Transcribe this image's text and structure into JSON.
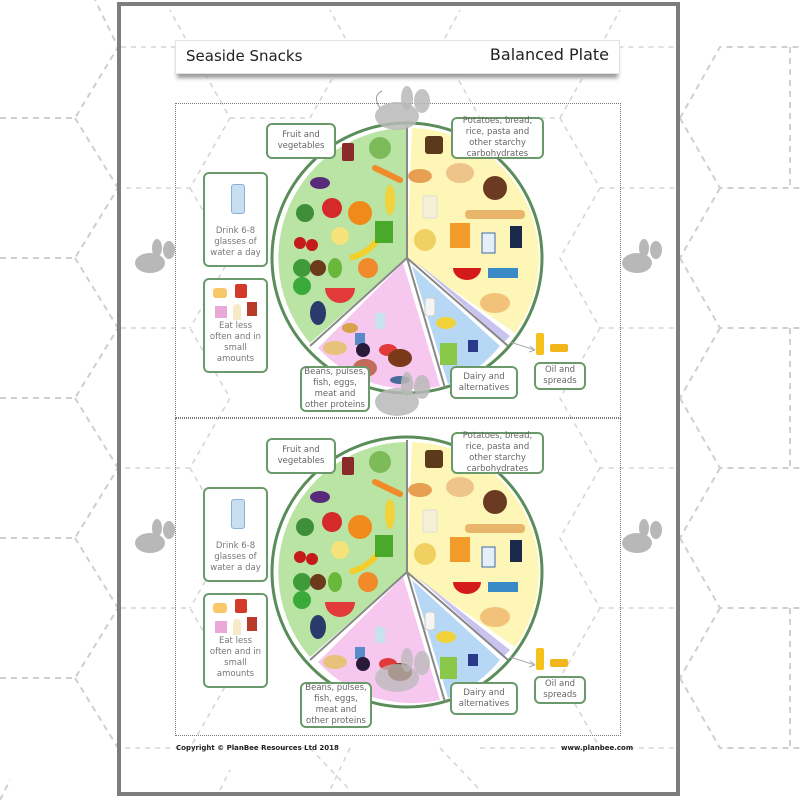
{
  "header": {
    "left_title": "Seaside Snacks",
    "right_title": "Balanced Plate"
  },
  "plates": [
    {
      "labels": {
        "fruit_veg": "Fruit and vegetables",
        "starchy": "Potatoes, bread, rice, pasta and other starchy carbohydrates",
        "proteins": "Beans, pulses, fish, eggs, meat and other proteins",
        "dairy": "Dairy and alternatives",
        "oil": "Oil and spreads"
      },
      "side_boxes": {
        "water": "Drink 6-8 glasses of water a day",
        "treats": "Eat less often and in small amounts"
      }
    },
    {
      "labels": {
        "fruit_veg": "Fruit and vegetables",
        "starchy": "Potatoes, bread, rice, pasta and other starchy carbohydrates",
        "proteins": "Beans, pulses, fish, eggs, meat and other proteins",
        "dairy": "Dairy and alternatives",
        "oil": "Oil and spreads"
      },
      "side_boxes": {
        "water": "Drink 6-8 glasses of water a day",
        "treats": "Eat less often and in small amounts"
      }
    }
  ],
  "footer": {
    "copyright": "Copyright © PlanBee Resources Ltd 2018",
    "website": "www.planbee.com"
  },
  "colors": {
    "fruit_veg": "#b9e4a3",
    "starchy": "#fdf6b6",
    "proteins": "#f6c8ef",
    "dairy": "#b7d8f5",
    "oil": "#c9c3ef",
    "plate_rim": "#5b8d5b",
    "box_border": "#6a9a6a",
    "frame": "#7d7d7d"
  }
}
